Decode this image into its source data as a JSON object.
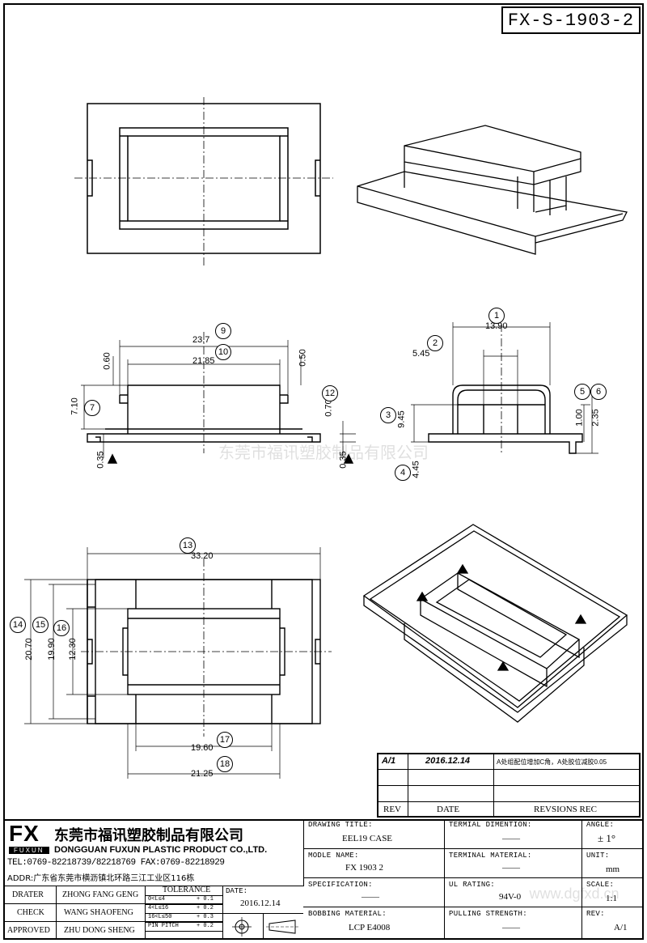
{
  "drawing_number": "FX-S-1903-2",
  "watermark": "东莞市福讯塑胶制品有限公司",
  "watermark_url": "www.dgfxd.cn",
  "dimensions": {
    "d1": "13.90",
    "d2": "5.45",
    "d3": "9.45",
    "d4": "4.45",
    "d5": "1.00",
    "d6": "2.35",
    "d7": "7.10",
    "d9": "23.7",
    "d10": "21.85",
    "d12": "0.70",
    "d13": "33.20",
    "d14": "20.70",
    "d15": "19.90",
    "d16": "12.30",
    "d17": "19.60",
    "d18": "21.25",
    "top_left": "0.60",
    "top_right": "0.50",
    "bottom_left": "0.35",
    "bottom_right": "0.35"
  },
  "balloons": [
    "1",
    "2",
    "3",
    "4",
    "5",
    "6",
    "7",
    "9",
    "10",
    "12",
    "13",
    "14",
    "15",
    "16",
    "17",
    "18"
  ],
  "revision_table": {
    "rows": [
      {
        "rev": "A/1",
        "date": "2016.12.14",
        "rec": "A处组配位增加C角，A处胶位减胶0.05"
      },
      {
        "rev": "",
        "date": "",
        "rec": ""
      },
      {
        "rev": "",
        "date": "",
        "rec": ""
      }
    ],
    "headers": {
      "rev": "REV",
      "date": "DATE",
      "rec": "REVSIONS REC"
    }
  },
  "company": {
    "logo": "FX",
    "logo_sub": "FUXUN",
    "name_cn": "东莞市福讯塑胶制品有限公司",
    "name_en": "DONGGUAN FUXUN PLASTIC PRODUCT CO.,LTD.",
    "tel": "TEL:0769-82218739/82218769 FAX:0769-82218929",
    "addr": "ADDR:广东省东莞市横沥镇北环路三江工业区116栋"
  },
  "people": [
    {
      "role": "DRATER",
      "name": "ZHONG FANG GENG"
    },
    {
      "role": "CHECK",
      "name": "WANG SHAOFENG"
    },
    {
      "role": "APPROVED",
      "name": "ZHU DONG SHENG"
    }
  ],
  "tolerance": {
    "title": "TOLERANCE",
    "rows": [
      {
        "range": "0<L≤4",
        "tol": "+ 0.1"
      },
      {
        "range": "4<L≤16",
        "tol": "+ 0.2"
      },
      {
        "range": "16<L≤50",
        "tol": "+ 0.3"
      },
      {
        "range": "PIN PITCH",
        "tol": "+ 0.2"
      }
    ]
  },
  "date": {
    "label": "DATE:",
    "value": "2016.12.14"
  },
  "fields": {
    "drawing_title_label": "DRAWING TITLE:",
    "drawing_title": "EEL19 CASE",
    "model_label": "MODLE NAME:",
    "model": "FX 1903 2",
    "spec_label": "SPECIFICATION:",
    "spec": "——",
    "bobbin_label": "BOBBING MATERIAL:",
    "bobbin": "LCP E4008",
    "term_dim_label": "TERMIAL DIMENTION:",
    "term_dim": "——",
    "term_mat_label": "TERMINAL MATERIAL:",
    "term_mat": "——",
    "ul_label": "UL RATING:",
    "ul": "94V-0",
    "pull_label": "PULLING STRENGTH:",
    "pull": "——",
    "angle_label": "ANGLE:",
    "angle": "± 1°",
    "unit_label": "UNIT:",
    "unit": "mm",
    "scale_label": "SCALE:",
    "scale": "1:1",
    "rev_label": "REV:",
    "rev": "A/1"
  }
}
